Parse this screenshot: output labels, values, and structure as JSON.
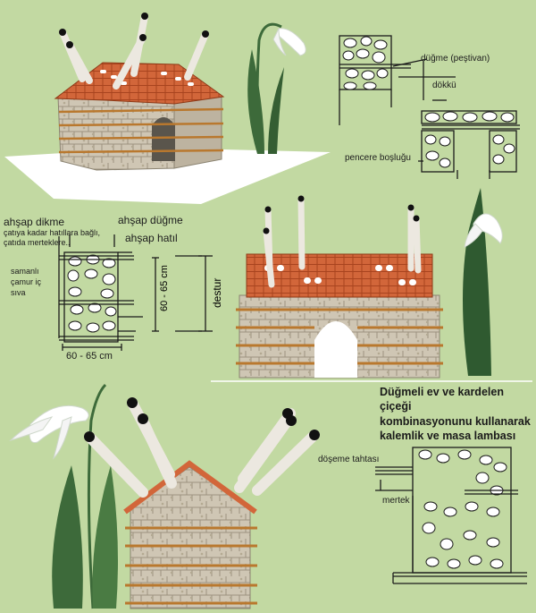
{
  "top_detail": {
    "dugme": "düğme (peştivan)",
    "dokku": "dökkü",
    "pencere": "pencere boşluğu"
  },
  "left_section": {
    "ahsap_dikme": "ahşap dikme",
    "dikme_note_1": "çatıya kadar hatıllara bağlı,",
    "dikme_note_2": "çatıda merteklere..",
    "ahsap_dugme": "ahşap düğme",
    "ahsap_hatil": "ahşap hatıl",
    "samanli_1": "samanlı",
    "samanli_2": "çamur iç",
    "samanli_3": "sıva",
    "dim_vertical": "60 - 65 cm",
    "destur": "destur",
    "dim_horizontal": "60 - 65 cm"
  },
  "caption": {
    "line1": "Düğmeli ev ve kardelen çiçeği",
    "line2": "kombinasyonunu kullanarak",
    "line3": "kalemlik ve masa lambası"
  },
  "floor_detail": {
    "doseme": "döşeme tahtası",
    "mertek": "mertek"
  },
  "colors": {
    "background": "#c2d9a2",
    "roof": "#d2663a",
    "stone": "#cfc6b4",
    "timber": "#b9782e",
    "leaf": "#3d6a3a"
  }
}
